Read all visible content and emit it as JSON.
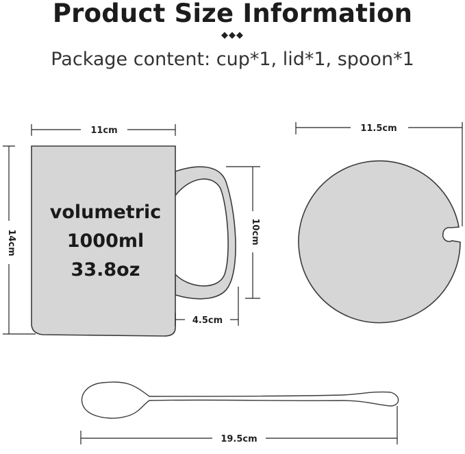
{
  "header": {
    "title": "Product Size Information",
    "ornament": "◆◆◆",
    "package_content": "Package content: cup*1, lid*1, spoon*1"
  },
  "mug": {
    "lines": [
      "volumetric",
      "1000ml",
      "33.8oz"
    ],
    "width_label": "11cm",
    "height_label": "14cm",
    "handle_height_label": "10cm",
    "handle_depth_label": "4.5cm"
  },
  "lid": {
    "diameter_label": "11.5cm"
  },
  "spoon": {
    "length_label": "19.5cm"
  },
  "colors": {
    "fill": "#d6d6d6",
    "outline": "#3a3a3a",
    "line": "#222222"
  }
}
